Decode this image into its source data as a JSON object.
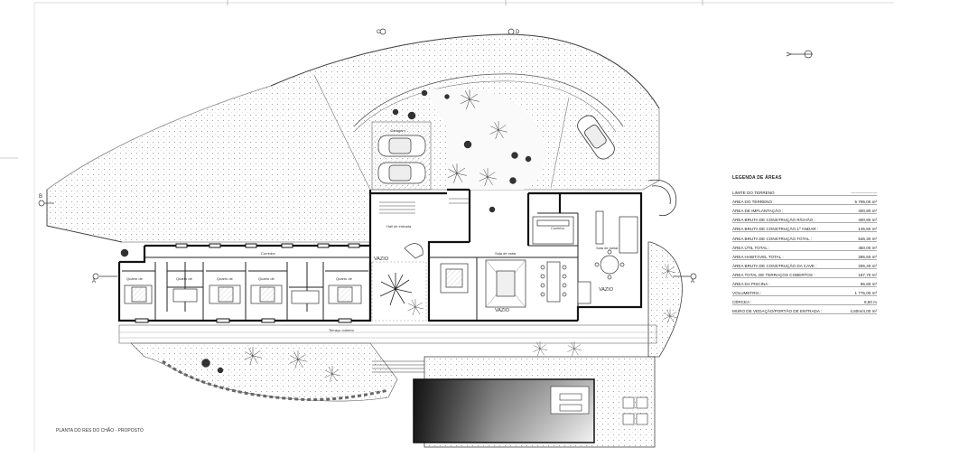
{
  "drawing": {
    "title": "PLANTA DO RES DO CHÃO - PROPOSTO"
  },
  "markers": {
    "section_a_left": "A",
    "section_a_right": "A",
    "section_b": "B",
    "section_c": "C",
    "section_d": "D"
  },
  "labels": {
    "vazio_1": "VAZIO",
    "vazio_2": "VAZIO",
    "vazio_3": "VAZIO",
    "corridor": "Corredor",
    "room_1": "Quarto de",
    "room_2": "Quarto de",
    "room_3": "Quarto de",
    "room_4": "Quarto de",
    "room_5": "Quarto de",
    "hall": "Hall de entrada",
    "living": "Sala de estar",
    "kitchen": "Cozinha",
    "dining": "Sala de jantar",
    "terrace": "Terraço coberto",
    "garage": "Garagem"
  },
  "legend": {
    "title": "LEGENDA DE ÁREAS",
    "rows": [
      {
        "k": "LIMITE DO TERRENO",
        "v": "— — — — — —"
      },
      {
        "k": "ÁREA DO TERRENO :",
        "v": "5 795,00 m²"
      },
      {
        "k": "ÁREA DE IMPLANTAÇÃO :",
        "v": "400,80 m²"
      },
      {
        "k": "ÁREA BRUTA DE CONSTRUÇÃO R/CHÃO :",
        "v": "400,80 m²"
      },
      {
        "k": "ÁREA BRUTA DE CONSTRUÇÃO 1º ANDAR :",
        "v": "145,50 m²"
      },
      {
        "k": "ÁREA BRUTA DE CONSTRUÇÃO TOTAL :",
        "v": "546,30 m²"
      },
      {
        "k": "ÁREA ÚTIL TOTAL :",
        "v": "450,00 m²"
      },
      {
        "k": "ÁREA HABITÁVEL TOTAL :",
        "v": "285,60 m²"
      },
      {
        "k": "ÁREA BRUTA DE CONSTRUÇÃO DA CAVE :",
        "v": "265,40 m²"
      },
      {
        "k": "ÁREA TOTAL DE TERRAÇOS COBERTOS :",
        "v": "187,70 m²"
      },
      {
        "k": "ÁREA DA PISCINA :",
        "v": "86,80 m²"
      },
      {
        "k": "VOLUMETRIA :",
        "v": "1 775,00 m³"
      },
      {
        "k": "CÉRCEA :",
        "v": "6,50 m"
      },
      {
        "k": "MURO DE VEDAÇÃO/PORTÃO DE ENTRADA :",
        "v": "4,50m/4,00 m²"
      }
    ]
  }
}
